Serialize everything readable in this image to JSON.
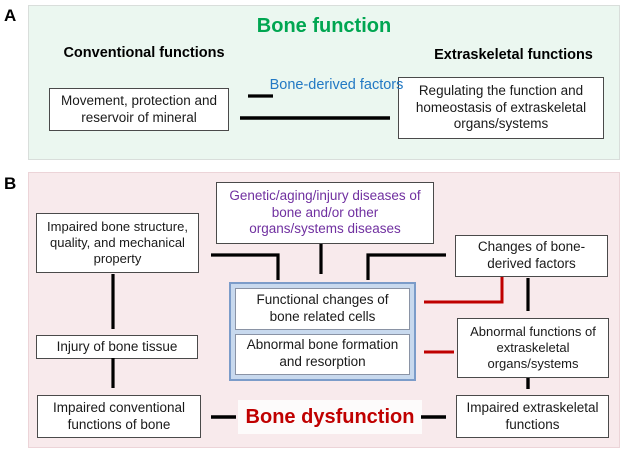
{
  "panel_a": {
    "label": "A",
    "title": "Bone function",
    "heading_left": "Conventional functions",
    "heading_right": "Extraskeletal functions",
    "box_left": "Movement, protection and reservoir of mineral",
    "box_right": "Regulating the function and homeostasis of extraskeletal organs/systems",
    "factors_label": "Bone-derived factors"
  },
  "panel_b": {
    "label": "B",
    "diseases_box": "Genetic/aging/injury diseases of bone and/or other organs/systems diseases",
    "impaired_structure_box": "Impaired bone structure, quality, and mechanical property",
    "changes_box": "Changes of bone-derived factors",
    "functional_changes_box": "Functional changes of bone related cells",
    "abnormal_formation_box": "Abnormal bone formation and resorption",
    "injury_box": "Injury of bone tissue",
    "abnormal_functions_box": "Abnormal functions of extraskeletal organs/systems",
    "impaired_conventional_box": "Impaired conventional functions of bone",
    "dysfunction_label": "Bone dysfunction",
    "impaired_extraskeletal_box": "Impaired extraskeletal functions"
  },
  "colors": {
    "title_green": "#00a651",
    "factors_blue": "#2279c4",
    "diseases_purple": "#7030a0",
    "dysfunction_red": "#c00000",
    "red_arrow": "#bf0000",
    "black_arrow": "#000000",
    "panel_a_bg": "#ebf7f0",
    "panel_b_bg": "#f8eaec",
    "container_bg": "#c8d9ee",
    "container_border": "#7c9cc9"
  }
}
